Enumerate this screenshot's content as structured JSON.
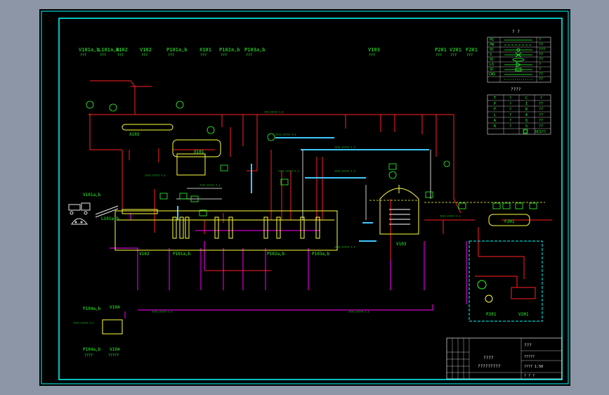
{
  "equipment_tags_top": [
    {
      "tag": "V101a,b",
      "sub": "???"
    },
    {
      "tag": "L101a,b",
      "sub": "???"
    },
    {
      "tag": "X102",
      "sub": "???"
    },
    {
      "tag": "V102",
      "sub": "???"
    },
    {
      "tag": "P101a,b",
      "sub": "???"
    },
    {
      "tag": "X101",
      "sub": "???"
    },
    {
      "tag": "P102a,b",
      "sub": "???"
    },
    {
      "tag": "P103a,b",
      "sub": "???"
    },
    {
      "tag": "V103",
      "sub": "???"
    },
    {
      "tag": "P201",
      "sub": "???"
    },
    {
      "tag": "V201",
      "sub": "???"
    },
    {
      "tag": "F201",
      "sub": "???"
    }
  ],
  "equipment_labels": {
    "x102": "X102",
    "x101": "X101",
    "v101": "V101a,b",
    "l101": "L101a,b",
    "v102": "V102",
    "p101": "P101a,b",
    "p102": "P102a,b",
    "p103": "P103a,b",
    "v103": "V103",
    "f201": "F201",
    "p201": "P201",
    "v201": "V201",
    "p104": "P104a,b",
    "v104": "V104",
    "p104_bottom": "P104a,b",
    "v104_bottom": "V104",
    "p104_bottom_sub": "????",
    "v104_bottom_sub": "?????"
  },
  "legend1": {
    "title": "? ?",
    "rows": [
      [
        "PG",
        "",
        "?"
      ],
      [
        "PW",
        "",
        "??"
      ],
      [
        "VC",
        "",
        "???"
      ],
      [
        "S",
        "",
        "??"
      ],
      [
        "SC",
        "",
        "??"
      ],
      [
        "LS",
        "",
        "?"
      ],
      [
        "SC",
        "",
        "?"
      ],
      [
        "CWS",
        "",
        "??"
      ],
      [
        "",
        "",
        "??"
      ]
    ]
  },
  "legend2": {
    "title": "????",
    "rows": [
      [
        "T",
        "?",
        "C",
        "?"
      ],
      [
        "P",
        "?",
        "I",
        "??"
      ],
      [
        "F",
        "?",
        "R",
        "??"
      ],
      [
        "L",
        "?",
        "A",
        "??"
      ],
      [
        "A",
        "?",
        "Q",
        "??"
      ],
      [
        "R",
        "?",
        "S",
        "??"
      ],
      [
        "",
        "",
        "",
        "DCS??"
      ]
    ]
  },
  "title_block": {
    "title_main": "????",
    "title_sub": "?????????",
    "right_top": "???",
    "drawing_no": "?????",
    "scale": "???? 1:50",
    "sheet": "? ? ?"
  },
  "colors": {
    "background": "#000000",
    "border": "#00ffff",
    "tags": "#2cff2c",
    "process_line": "#ff2020",
    "utility_line": "#ff00ff",
    "equipment": "#ffff3c",
    "steam_line": "#40c8ff"
  }
}
